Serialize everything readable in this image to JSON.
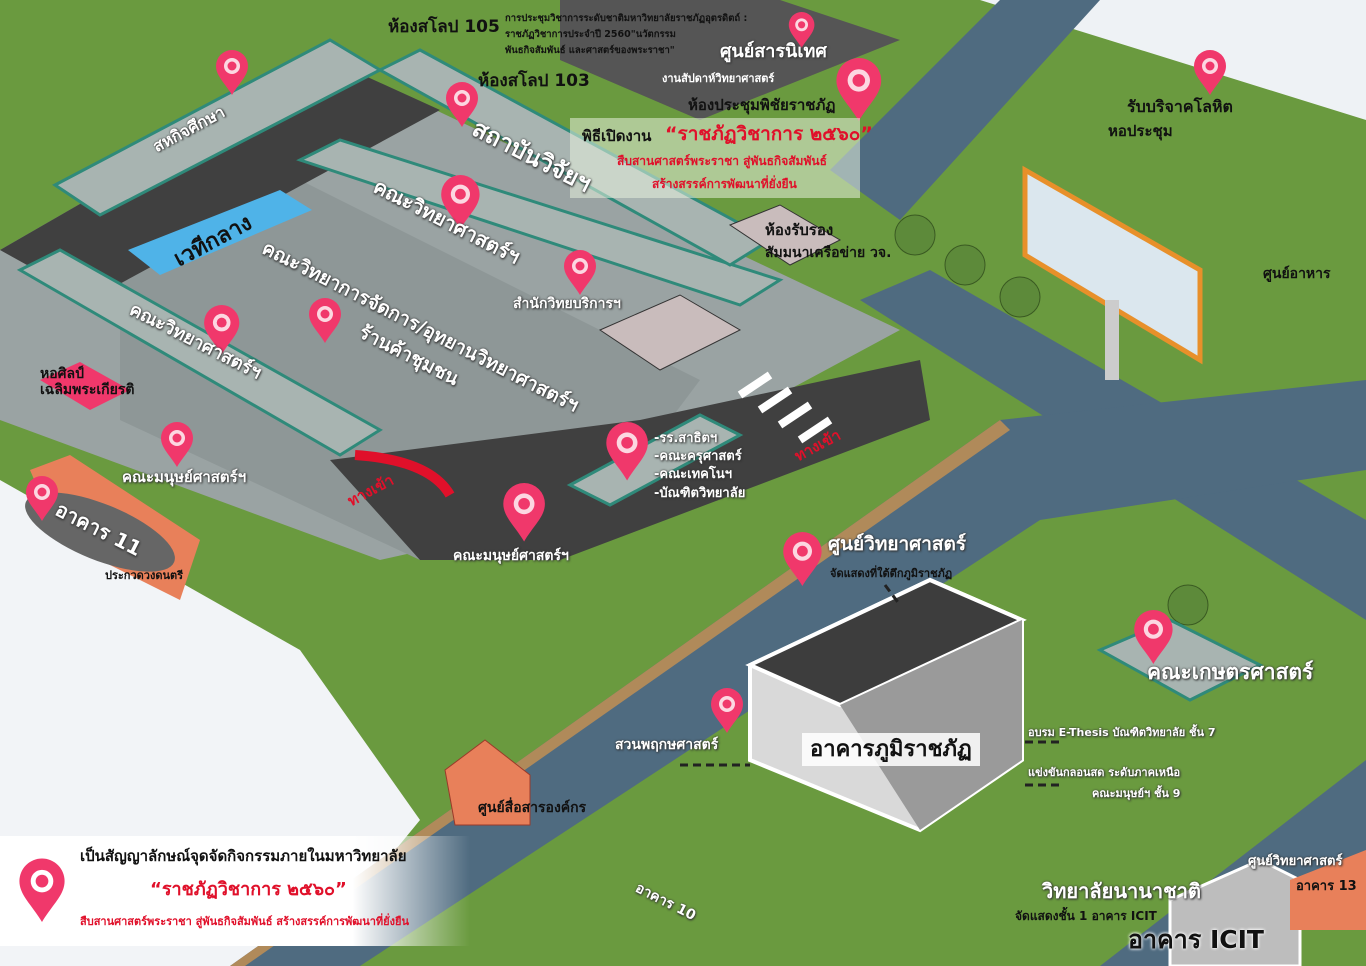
{
  "colors": {
    "grass": "#6a9a3f",
    "road": "#4f6b80",
    "campus": "#9aa3a3",
    "asphalt": "#404040",
    "pin": "#f0386b",
    "building": "#2f8a7a",
    "accent_red": "#e0102a"
  },
  "labels": {
    "room105": "ห้องสโลป 105",
    "room103": "ห้องสโลป 103",
    "conference_note": [
      "การประชุมวิชาการระดับชาติมหาวิทยาลัยราชภัฏอุตรดิตถ์ :",
      "ราชภัฏวิชาการประจำปี 2560\"นวัตกรรม",
      "พันธกิจสัมพันธ์ และศาสตร์ของพระราชา\""
    ],
    "info_center": "ศูนย์สารนิเทศ",
    "science_week": "งานสัปดาห์วิทยาศาสตร์",
    "pichai_hall": "ห้องประชุมพิชัยราชภัฏ",
    "opening": "พิธีเปิดงาน",
    "event_name": "“ราชภัฏวิชาการ ๒๕๖๐”",
    "slogan1": "สืบสานศาสตร์พระราชา สู่พันธกิจสัมพันธ์",
    "slogan2": "สร้างสรรค์การพัฒนาที่ยั่งยืน",
    "blood_donation": "รับบริจาคโลหิต",
    "auditorium": "หอประชุม",
    "food_center": "ศูนย์อาหาร",
    "reception": "ห้องรับรอง",
    "reception2": "สัมมนาเครือข่าย วจ.",
    "cooperative": "สหกิจศึกษา",
    "research_inst": "สถาบันวิจัยฯ",
    "center_stage": "เวทีกลาง",
    "science_faculty": "คณะวิทยาศาสตร์ฯ",
    "academic_office": "สำนักวิทยบริการฯ",
    "management": "คณะวิทยาการจัดการ/อุทยานวิทยาศาสตร์ฯ",
    "community_shop": "ร้านค้าชุมชน",
    "science_faculty2": "คณะวิทยาศาสตร์ฯ",
    "art_gallery": [
      "หอศิลป์",
      "เฉลิมพระเกียรติ"
    ],
    "humanities1": "คณะมนุษย์ศาสตร์ฯ",
    "humanities2": "คณะมนุษย์ศาสตร์ฯ",
    "entrance1": "ทางเข้า",
    "entrance2": "ทางเข้า",
    "building11": "อาคาร 11",
    "music_contest": "ประกวดวงดนตรี",
    "multi_list": [
      "-รร.สาธิตฯ",
      "-คณะครุศาสตร์",
      "-คณะเทคโนฯ",
      "-บัณฑิตวิทยาลัย"
    ],
    "science_center": "ศูนย์วิทยาศาสตร์",
    "science_center_note": "จัดแสดงที่ใต้ตึกภูมิราชภัฏ",
    "agri_faculty": "คณะเกษตรศาสตร์",
    "botanic": "สวนพฤกษศาสตร์",
    "poomrajabhat": "อาคารภูมิราชภัฏ",
    "ethesis": "อบรม E-Thesis บัณฑิตวิทยาลัย ชั้น 7",
    "poem1": "แข่งขันกลอนสด ระดับภาคเหนือ",
    "poem2": "คณะมนุษย์ฯ ชั้น 9",
    "media_center": "ศูนย์สื่อสารองค์กร",
    "building10": "อาคาร 10",
    "intl_college": "วิทยาลัยนานาชาติ",
    "intl_note": "จัดแสดงชั้น 1 อาคาร ICIT",
    "icit": "อาคาร ICIT",
    "science_center13": "ศูนย์วิทยาศาสตร์",
    "building13": "อาคาร 13"
  },
  "legend": {
    "line1": "เป็นสัญญาลักษณ์จุดจัดกิจกรรมภายในมหาวิทยาลัย",
    "line2": "“ราชภัฏวิชาการ ๒๕๖๐”",
    "line3": "สืบสานศาสตร์พระราชา สู่พันธกิจสัมพันธ์ สร้างสรรค์การพัฒนาที่ยั่งยืน"
  }
}
